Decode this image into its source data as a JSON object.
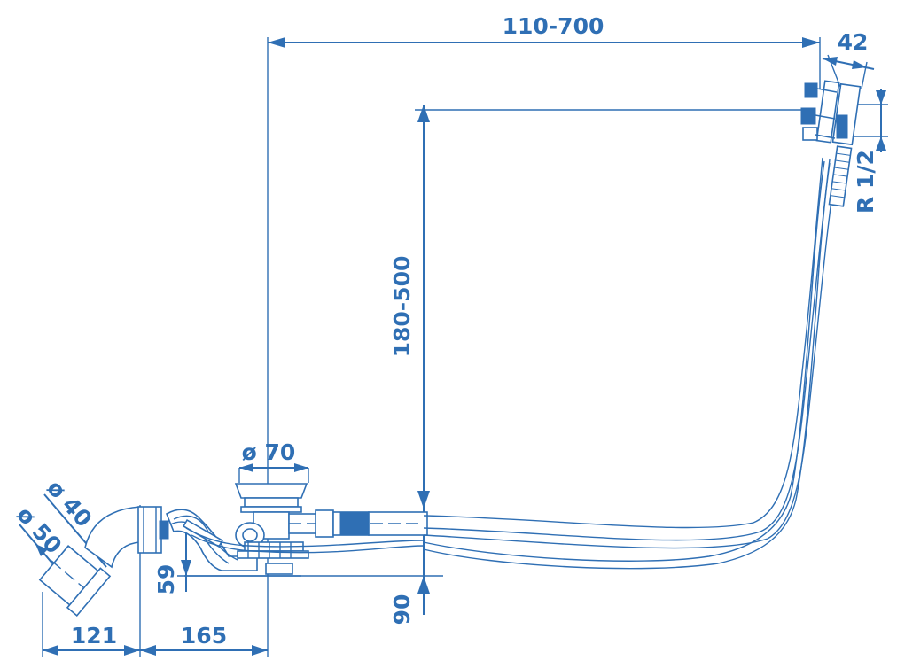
{
  "colors": {
    "line": "#2f6fb4",
    "background": "#ffffff"
  },
  "dimensions": {
    "width_110_700": "110-700",
    "width_42": "42",
    "thread_r_half": "R 1/2",
    "height_180_500": "180-500",
    "diameter_70": "ø 70",
    "diameter_40": "ø 40",
    "diameter_50": "ø 50",
    "height_59": "59",
    "height_90": "90",
    "length_121": "121",
    "length_165": "165"
  }
}
